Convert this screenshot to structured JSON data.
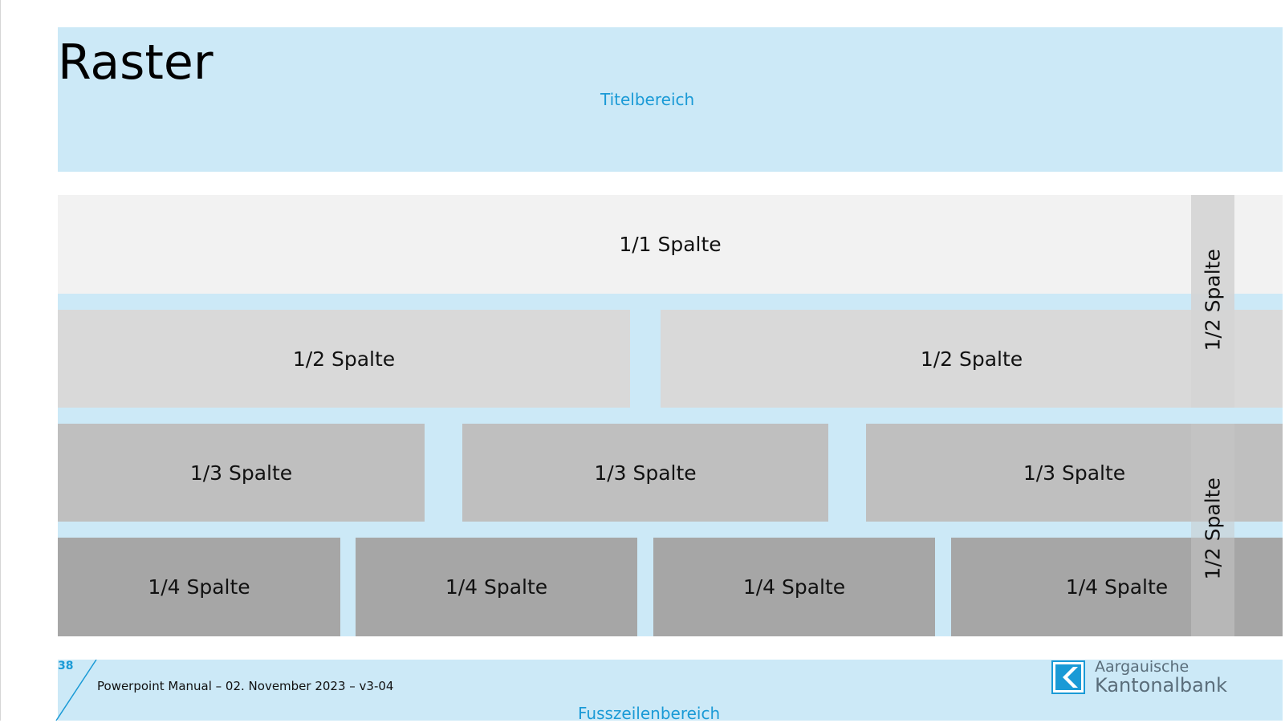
{
  "title": "Raster",
  "title_area_label": "Titelbereich",
  "footer_area_label": "Fusszeilenbereich",
  "grid": {
    "full": "1/1 Spalte",
    "half": [
      "1/2 Spalte",
      "1/2 Spalte"
    ],
    "third": [
      "1/3 Spalte",
      "1/3 Spalte",
      "1/3 Spalte"
    ],
    "quarter": [
      "1/4 Spalte",
      "1/4 Spalte",
      "1/4 Spalte",
      "1/4 Spalte"
    ],
    "vertical_half": [
      "1/2 Spalte",
      "1/2 Spalte"
    ]
  },
  "footer": {
    "page_number": "38",
    "text": "Powerpoint Manual  –  02. November 2023  –  v3-04"
  },
  "logo": {
    "line1": "Aargauische",
    "line2": "Kantonalbank"
  },
  "colors": {
    "area_blue": "#cce9f7",
    "accent_blue": "#1a9ad6"
  }
}
